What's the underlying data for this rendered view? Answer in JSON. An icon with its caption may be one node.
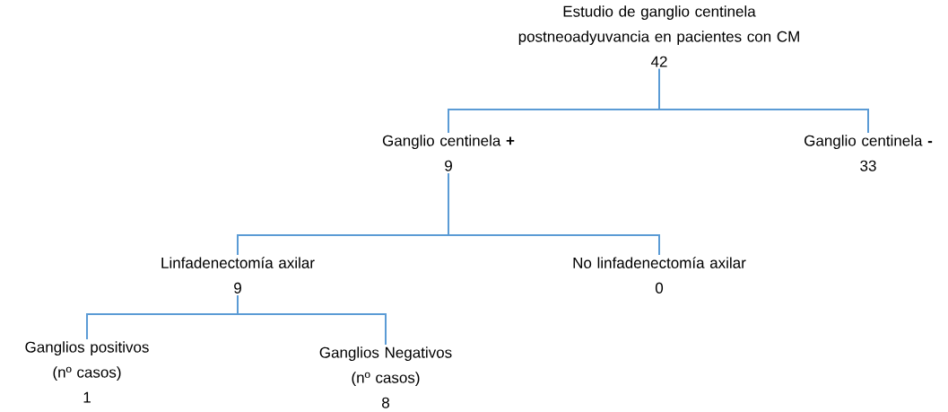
{
  "diagram": {
    "nodes": [
      {
        "text": [
          "Estudio de ganglio centinela postneoadyuvancia en pacientes con CM",
          "42"
        ]
      },
      {
        "text": [
          "Ganglio centinela **+**",
          "9"
        ]
      },
      {
        "text": [
          "Ganglio centinela **-**",
          "33"
        ]
      },
      {
        "text": [
          "Linfadenectomía axilar",
          "9"
        ]
      },
      {
        "text": [
          "No linfadenectomía axilar",
          "0"
        ]
      },
      {
        "text": [
          "Ganglios positivos (nº casos)",
          "1"
        ]
      },
      {
        "text": [
          "Ganglios Negativos (nº casos)",
          "8"
        ]
      }
    ],
    "edges": [
      {
        "from": 0,
        "to": 1,
        "arrow": "none"
      },
      {
        "from": 0,
        "to": 2,
        "arrow": "none"
      },
      {
        "from": 1,
        "to": 3,
        "arrow": "none"
      },
      {
        "from": 1,
        "to": 4,
        "arrow": "none"
      },
      {
        "from": 3,
        "to": 5,
        "arrow": "none"
      },
      {
        "from": 3,
        "to": 6,
        "arrow": "none"
      }
    ]
  }
}
